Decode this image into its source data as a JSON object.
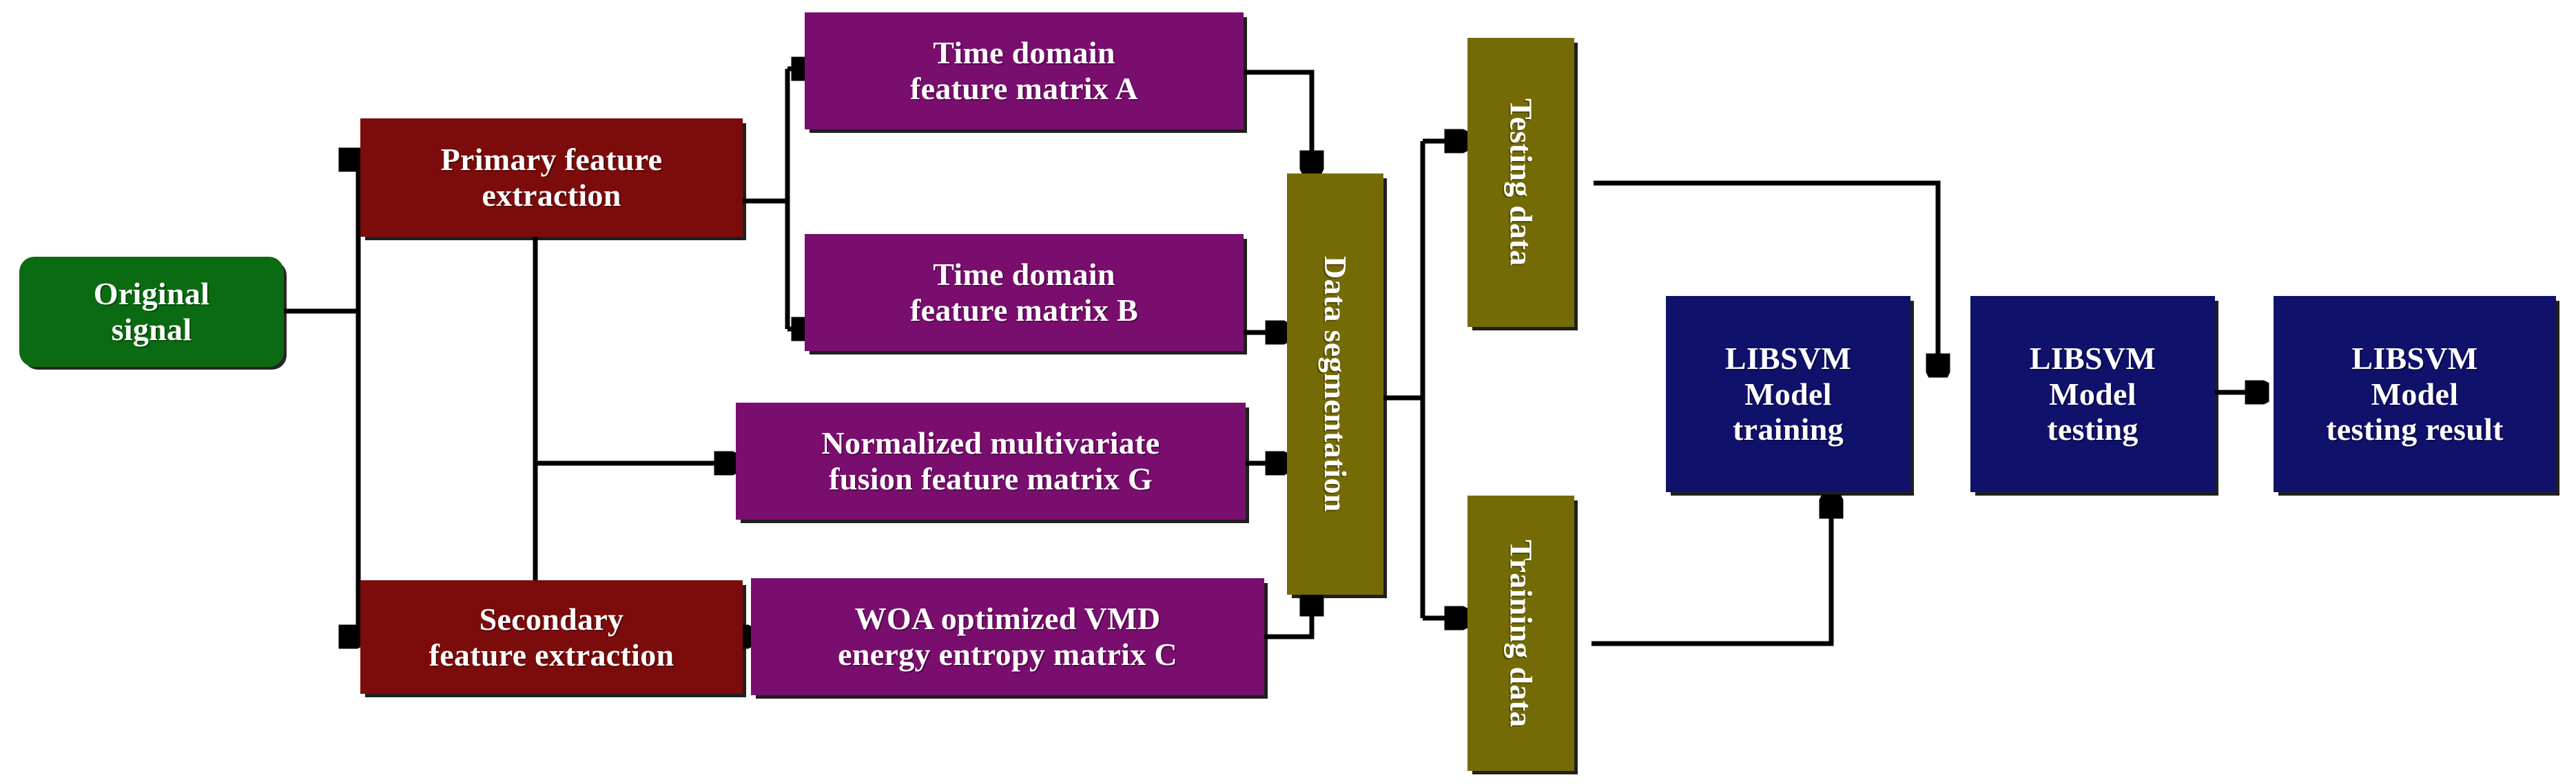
{
  "diagram": {
    "title": "LIBSVM fault diagnosis feature extraction flowchart",
    "background": "#ffffff",
    "palette": {
      "green": "#0b6b12",
      "dark_red": "#7c0c0c",
      "purple": "#7a0e6e",
      "olive": "#756b06",
      "navy": "#10116b",
      "connector": "#000000",
      "label_text": "#ffffff"
    },
    "nodes": [
      {
        "id": "original-signal",
        "label": "Original\nsignal",
        "color": "green",
        "shape": "rounded-rect",
        "orientation": "horizontal"
      },
      {
        "id": "primary-feature",
        "label": "Primary feature\nextraction",
        "color": "dark_red",
        "shape": "rect",
        "orientation": "horizontal"
      },
      {
        "id": "secondary-feature",
        "label": "Secondary\nfeature extraction",
        "color": "dark_red",
        "shape": "rect",
        "orientation": "horizontal"
      },
      {
        "id": "matrix-a",
        "label": "Time domain\nfeature matrix A",
        "color": "purple",
        "shape": "rect",
        "orientation": "horizontal"
      },
      {
        "id": "matrix-b",
        "label": "Time domain\nfeature matrix B",
        "color": "purple",
        "shape": "rect",
        "orientation": "horizontal"
      },
      {
        "id": "matrix-g",
        "label": "Normalized multivariate\nfusion feature matrix G",
        "color": "purple",
        "shape": "rect",
        "orientation": "horizontal"
      },
      {
        "id": "matrix-c",
        "label": "WOA optimized VMD\nenergy entropy matrix C",
        "color": "purple",
        "shape": "rect",
        "orientation": "horizontal"
      },
      {
        "id": "data-segmentation",
        "label": "Data segmentation",
        "color": "olive",
        "shape": "rect",
        "orientation": "vertical"
      },
      {
        "id": "testing-data",
        "label": "Testing data",
        "color": "olive",
        "shape": "rect",
        "orientation": "vertical"
      },
      {
        "id": "training-data",
        "label": "Training data",
        "color": "olive",
        "shape": "rect",
        "orientation": "vertical"
      },
      {
        "id": "libsvm-model-training",
        "label": "LIBSVM\nModel\ntraining",
        "color": "navy",
        "shape": "rect",
        "orientation": "horizontal"
      },
      {
        "id": "libsvm-model-testing",
        "label": "LIBSVM\nModel\ntesting",
        "color": "navy",
        "shape": "rect",
        "orientation": "horizontal"
      },
      {
        "id": "libsvm-testing-result",
        "label": "LIBSVM\nModel\ntesting result",
        "color": "navy",
        "shape": "rect",
        "orientation": "horizontal"
      }
    ],
    "edges": [
      {
        "from": "original-signal",
        "to": "primary-feature",
        "arrow": true
      },
      {
        "from": "original-signal",
        "to": "secondary-feature",
        "arrow": true
      },
      {
        "from": "primary-feature",
        "to": "matrix-a",
        "arrow": true
      },
      {
        "from": "primary-feature",
        "to": "matrix-b",
        "arrow": true
      },
      {
        "from": "primary-feature",
        "to": "matrix-g",
        "arrow": true
      },
      {
        "from": "primary-feature",
        "to": "secondary-feature",
        "arrow": false
      },
      {
        "from": "secondary-feature",
        "to": "matrix-c",
        "arrow": true
      },
      {
        "from": "matrix-a",
        "to": "data-segmentation",
        "arrow": true
      },
      {
        "from": "matrix-b",
        "to": "data-segmentation",
        "arrow": true
      },
      {
        "from": "matrix-g",
        "to": "data-segmentation",
        "arrow": true
      },
      {
        "from": "matrix-c",
        "to": "data-segmentation",
        "arrow": true
      },
      {
        "from": "data-segmentation",
        "to": "testing-data",
        "arrow": true
      },
      {
        "from": "data-segmentation",
        "to": "training-data",
        "arrow": true
      },
      {
        "from": "training-data",
        "to": "libsvm-model-training",
        "arrow": true
      },
      {
        "from": "testing-data",
        "to": "libsvm-model-testing",
        "arrow": true
      },
      {
        "from": "libsvm-model-training",
        "to": "libsvm-model-testing",
        "arrow": true
      },
      {
        "from": "libsvm-model-testing",
        "to": "libsvm-testing-result",
        "arrow": true
      }
    ]
  }
}
